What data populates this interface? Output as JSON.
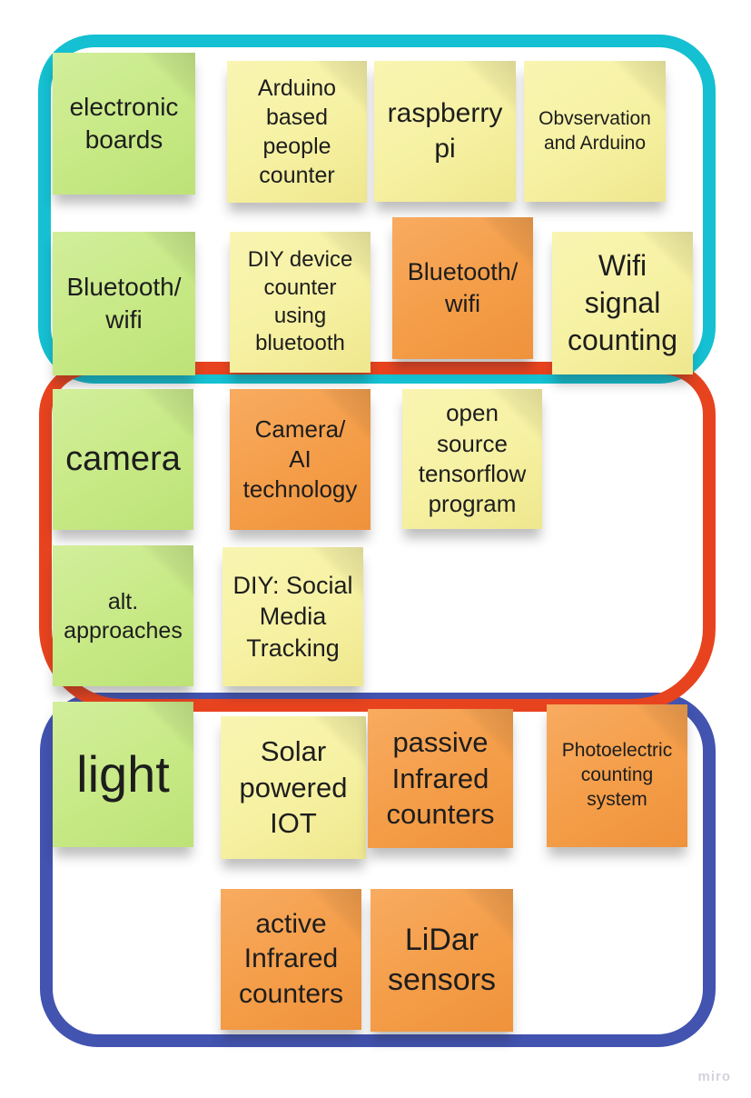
{
  "board": {
    "watermark": "miro",
    "accent_colors": {
      "cyan_frame": "#14c0d1",
      "red_frame": "#e8431f",
      "blue_frame": "#4253b0",
      "green_note": "#c7e985",
      "yellow_note": "#f6f1a2",
      "orange_note": "#f49d48",
      "note_text": "#1d1d1d"
    },
    "frames": [
      {
        "name": "electronic-boards-group",
        "color": "#14c0d1"
      },
      {
        "name": "camera-group",
        "color": "#e8431f"
      },
      {
        "name": "light-group",
        "color": "#4253b0"
      }
    ],
    "notes": [
      {
        "text": "electronic boards",
        "color": "green"
      },
      {
        "text": "Arduino based people counter",
        "color": "yellow"
      },
      {
        "text": "raspberry pi",
        "color": "yellow"
      },
      {
        "text": "Obvservation and Arduino",
        "color": "yellow"
      },
      {
        "text": "Bluetooth/ wifi",
        "color": "green"
      },
      {
        "text": "DIY device counter using bluetooth",
        "color": "yellow"
      },
      {
        "text": "Bluetooth/ wifi",
        "color": "orange"
      },
      {
        "text": "Wifi signal counting",
        "color": "yellow"
      },
      {
        "text": "camera",
        "color": "green"
      },
      {
        "text": "Camera/ AI technology",
        "color": "orange"
      },
      {
        "text": "open source tensorflow program",
        "color": "yellow"
      },
      {
        "text": "alt. approaches",
        "color": "green"
      },
      {
        "text": "DIY: Social Media Tracking",
        "color": "yellow"
      },
      {
        "text": "light",
        "color": "green"
      },
      {
        "text": "Solar powered IOT",
        "color": "yellow"
      },
      {
        "text": "passive Infrared counters",
        "color": "orange"
      },
      {
        "text": "Photoelectric counting system",
        "color": "orange"
      },
      {
        "text": "active Infrared counters",
        "color": "orange"
      },
      {
        "text": "LiDar sensors",
        "color": "orange"
      }
    ]
  }
}
